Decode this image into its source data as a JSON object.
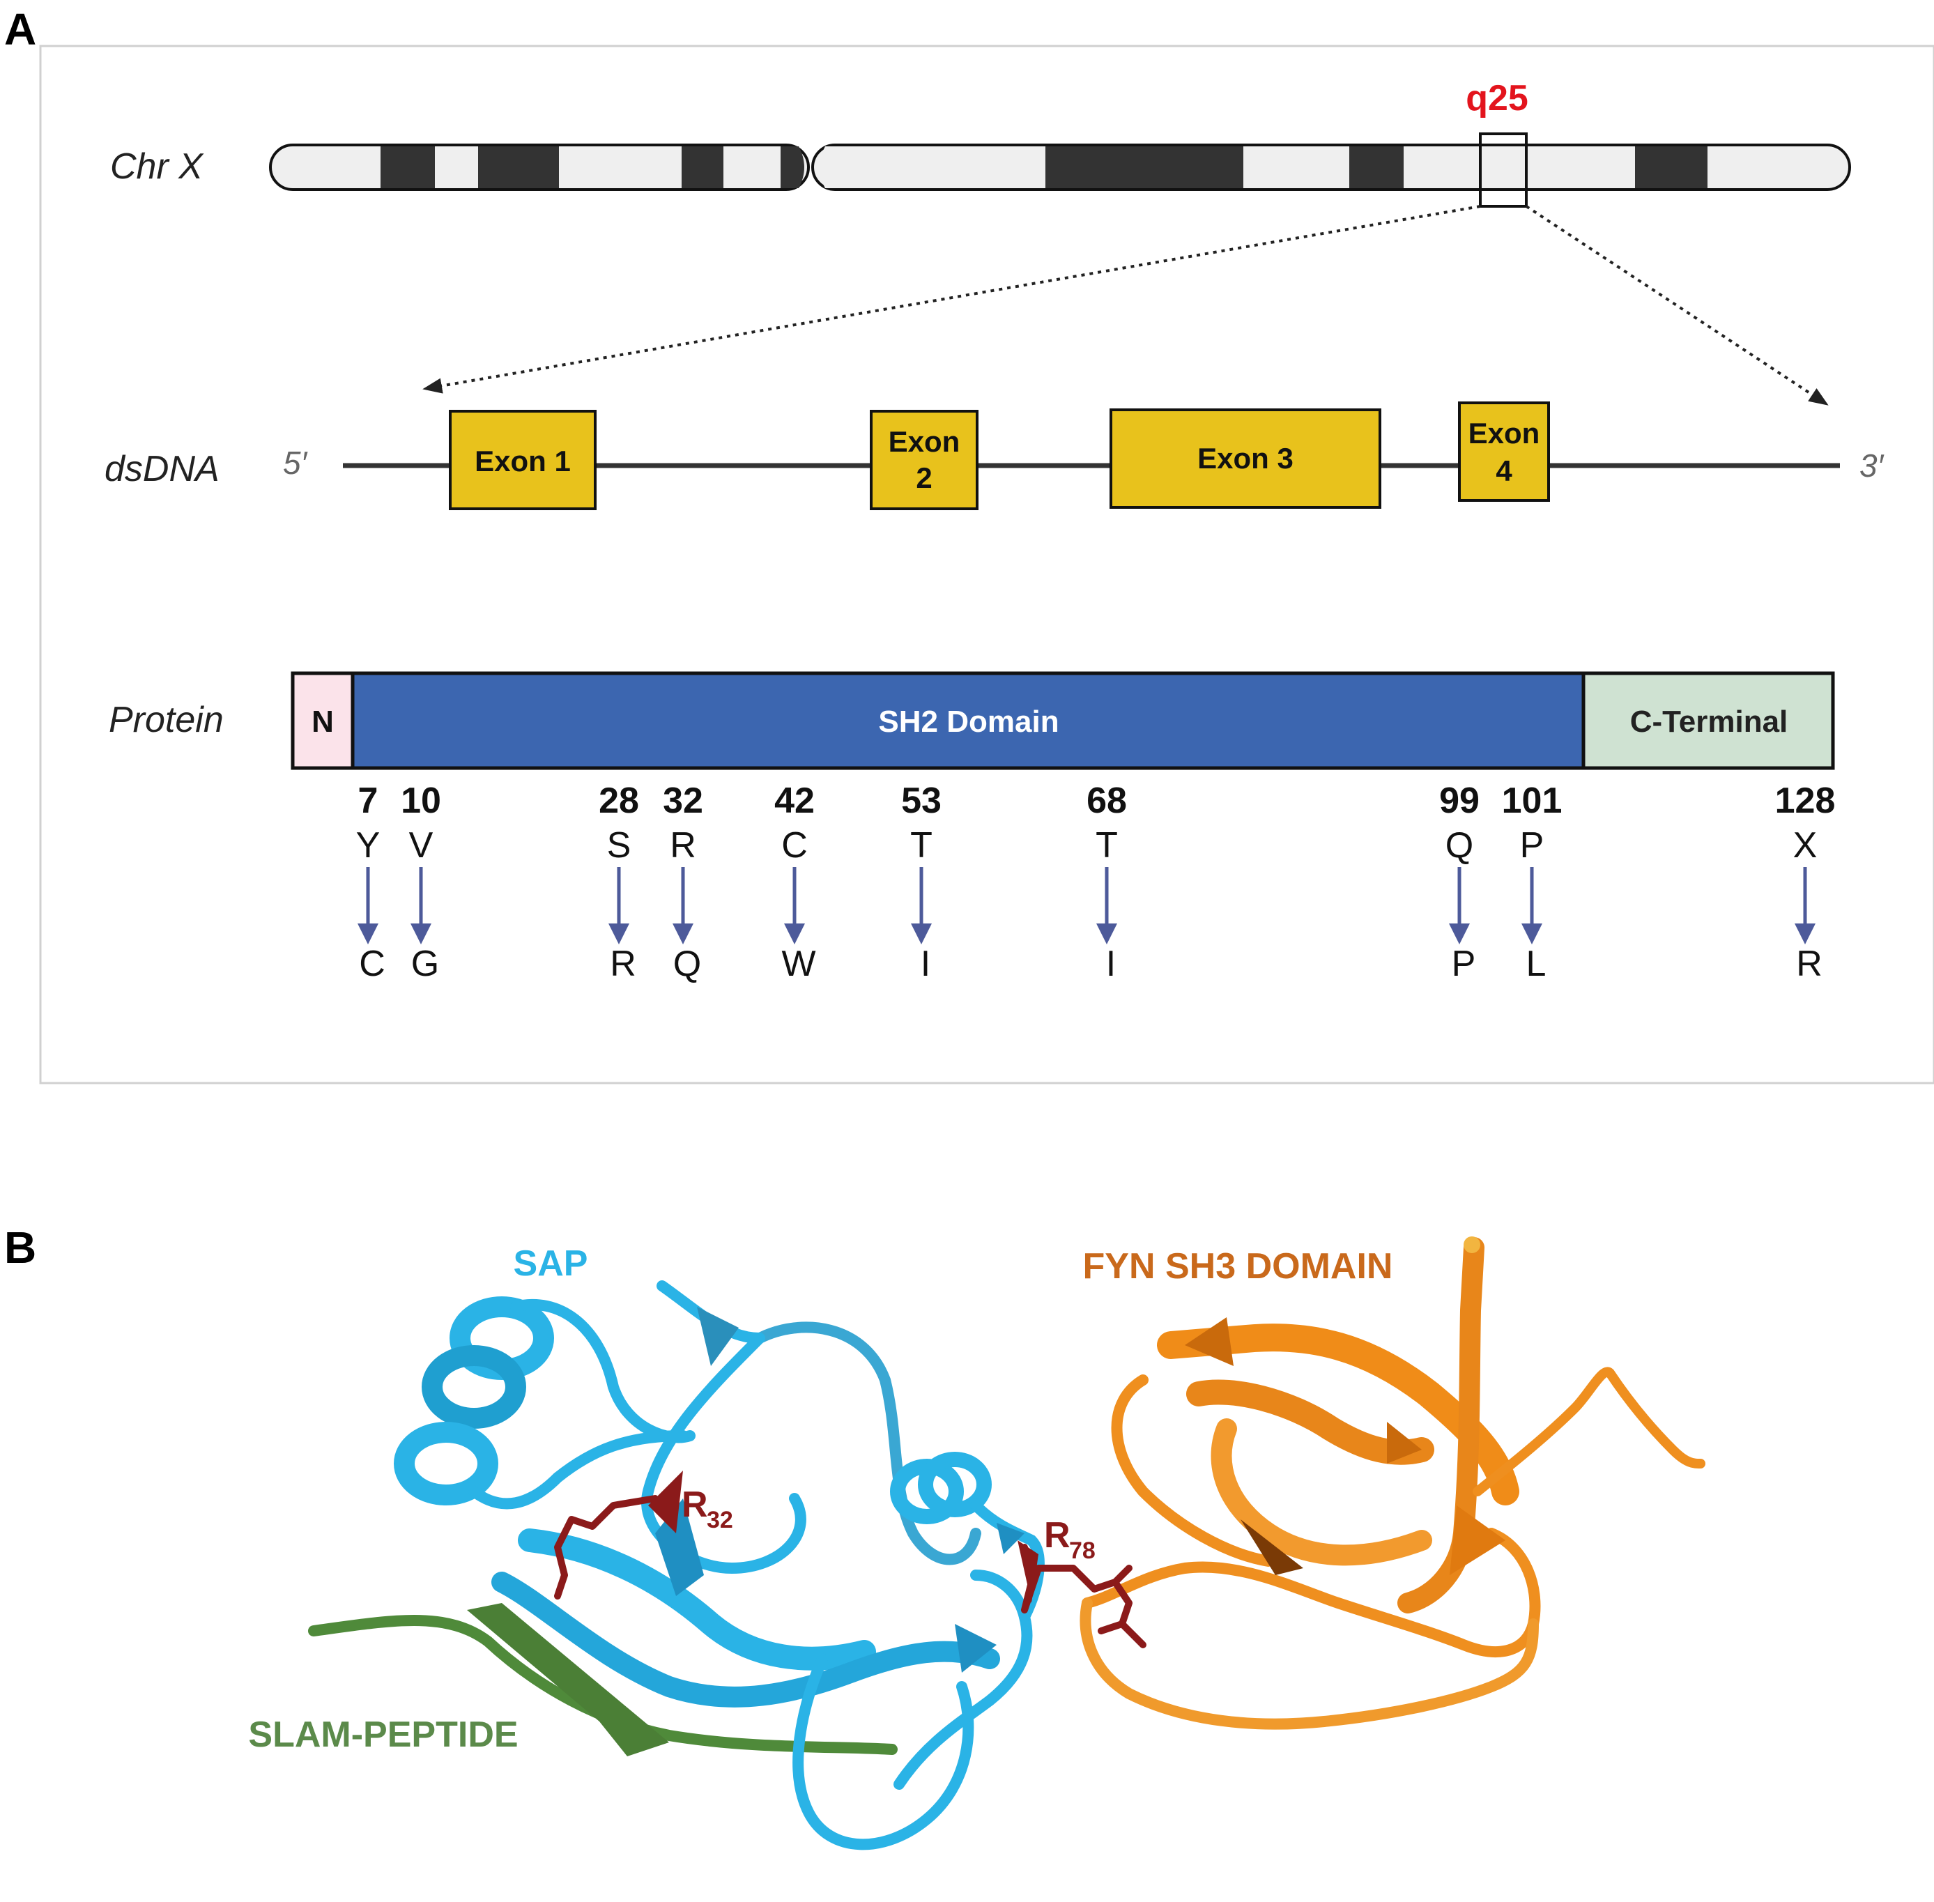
{
  "panel_a": {
    "letter": "A",
    "chromosome": {
      "label": "Chr X",
      "band_label": "q25"
    },
    "dsdna": {
      "label": "dsDNA",
      "five_prime": "5′",
      "three_prime": "3′",
      "exons": [
        {
          "line1": "Exon 1",
          "line2": ""
        },
        {
          "line1": "Exon",
          "line2": "2"
        },
        {
          "line1": "Exon 3",
          "line2": ""
        },
        {
          "line1": "Exon",
          "line2": "4"
        }
      ]
    },
    "protein": {
      "label": "Protein",
      "domains": [
        {
          "label": "N",
          "color": "#fbe3ea"
        },
        {
          "label": "SH2 Domain",
          "color": "#3c66b0"
        },
        {
          "label": "C-Terminal",
          "color": "#cfe2d2"
        }
      ],
      "mutations": [
        {
          "position": "7",
          "from": "Y",
          "to": "C"
        },
        {
          "position": "10",
          "from": "V",
          "to": "G"
        },
        {
          "position": "28",
          "from": "S",
          "to": "R"
        },
        {
          "position": "32",
          "from": "R",
          "to": "Q"
        },
        {
          "position": "42",
          "from": "C",
          "to": "W"
        },
        {
          "position": "53",
          "from": "T",
          "to": "I"
        },
        {
          "position": "68",
          "from": "T",
          "to": "I"
        },
        {
          "position": "99",
          "from": "Q",
          "to": "P"
        },
        {
          "position": "101",
          "from": "P",
          "to": "L"
        },
        {
          "position": "128",
          "from": "X",
          "to": "R"
        }
      ]
    },
    "colors": {
      "exon": "#e8c21c",
      "arrow": "#4d5a9a",
      "highlight": "#e3141d"
    }
  },
  "panel_b": {
    "letter": "B",
    "labels": {
      "sap": "SAP",
      "fyn": "FYN SH3 DOMAIN",
      "slam": "SLAM-PEPTIDE",
      "r32_base": "R",
      "r32_sub": "32",
      "r78_base": "R",
      "r78_sub": "78"
    },
    "colors": {
      "sap": "#2ab3e6",
      "fyn": "#ef8f1f",
      "slam": "#4f8a3a",
      "residue": "#8b1a1a"
    }
  }
}
